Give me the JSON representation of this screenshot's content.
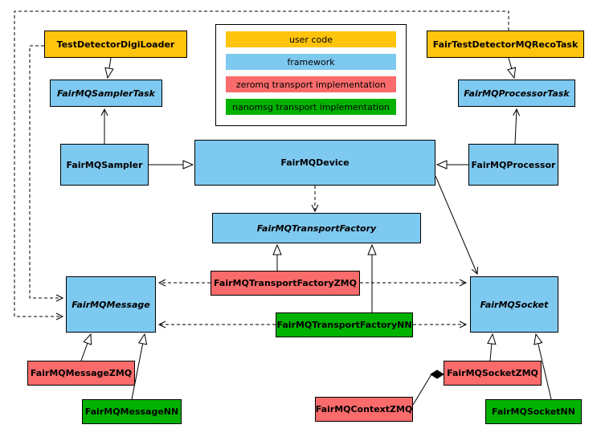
{
  "diagram": {
    "kind": "uml-class-diagram",
    "subject": "FairMQ framework classes"
  },
  "colors": {
    "user_code": "#FFC40D",
    "framework": "#7EC9F0",
    "zeromq": "#FA6B6B",
    "nanomsg": "#00B200",
    "border": "#000000",
    "background": "#FFFFFF"
  },
  "legend": {
    "items": [
      {
        "label": "user code",
        "color": "user_code"
      },
      {
        "label": "framework",
        "color": "framework"
      },
      {
        "label": "zeromq transport implementation",
        "color": "zeromq"
      },
      {
        "label": "nanomsg transport implementation",
        "color": "nanomsg"
      }
    ]
  },
  "nodes": {
    "digi_loader": {
      "label": "TestDetectorDigiLoader"
    },
    "reco_task": {
      "label": "FairTestDetectorMQRecoTask"
    },
    "sampler_task": {
      "label": "FairMQSamplerTask"
    },
    "processor_task": {
      "label": "FairMQProcessorTask"
    },
    "sampler": {
      "label": "FairMQSampler"
    },
    "device": {
      "label": "FairMQDevice"
    },
    "processor": {
      "label": "FairMQProcessor"
    },
    "transport_factory": {
      "label": "FairMQTransportFactory"
    },
    "transport_factory_zmq": {
      "label": "FairMQTransportFactoryZMQ"
    },
    "transport_factory_nn": {
      "label": "FairMQTransportFactoryNN"
    },
    "message": {
      "label": "FairMQMessage"
    },
    "socket": {
      "label": "FairMQSocket"
    },
    "message_zmq": {
      "label": "FairMQMessageZMQ"
    },
    "message_nn": {
      "label": "FairMQMessageNN"
    },
    "context_zmq": {
      "label": "FairMQContextZMQ"
    },
    "socket_zmq": {
      "label": "FairMQSocketZMQ"
    },
    "socket_nn": {
      "label": "FairMQSocketNN"
    }
  }
}
